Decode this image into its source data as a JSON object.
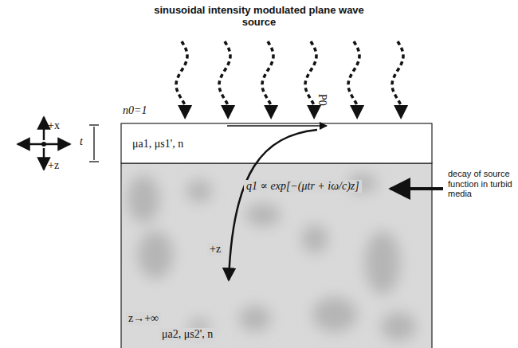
{
  "diagram": {
    "title": "sinusoidal intensity modulated plane wave source",
    "nodes": [
      {
        "text": [
          "μa1, μs1', n"
        ]
      },
      {
        "text": [
          "μa2, μs2', n"
        ]
      }
    ],
    "labels": [
      "n0=1",
      "t",
      "+x",
      "+z",
      "P0",
      "+z",
      "q1 ∝ exp[−(μtr + iω/c)z]",
      "decay of source function in turbid media",
      "z→+∞"
    ]
  }
}
